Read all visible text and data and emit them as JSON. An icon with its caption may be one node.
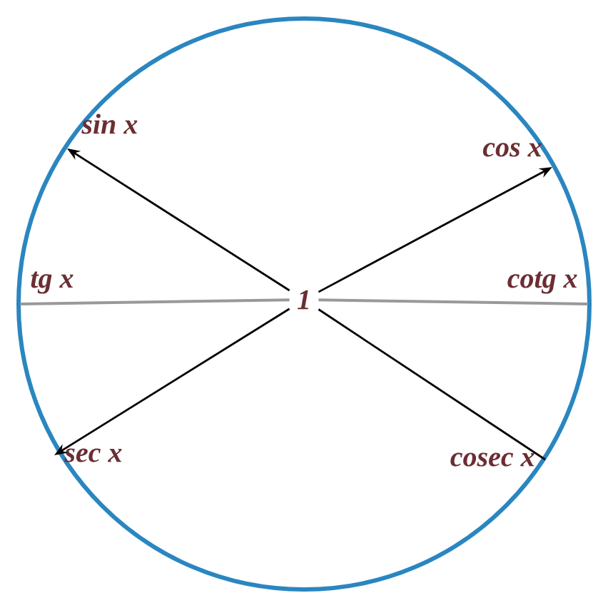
{
  "diagram": {
    "nodes": [
      {
        "text": [],
        "shape": "circle"
      },
      {
        "text": [
          "1"
        ],
        "in": 0
      },
      {
        "text": [
          "sin x"
        ],
        "in": 0
      },
      {
        "text": [
          "cos x"
        ],
        "in": 0
      },
      {
        "text": [
          "tg x"
        ],
        "in": 0
      },
      {
        "text": [
          "cotg x"
        ],
        "in": 0
      },
      {
        "text": [
          "sec x"
        ],
        "in": 0
      },
      {
        "text": [
          "cosec x"
        ],
        "in": 0
      }
    ],
    "edges": [
      {
        "from": 1,
        "to": 2,
        "arrow": "to"
      },
      {
        "from": 1,
        "to": 3,
        "arrow": "to"
      },
      {
        "from": 1,
        "to": 4,
        "arrow": "none",
        "color": "#999999"
      },
      {
        "from": 1,
        "to": 5,
        "arrow": "none",
        "color": "#999999"
      },
      {
        "from": 1,
        "to": 6,
        "arrow": "to"
      },
      {
        "from": 1,
        "to": 7,
        "arrow": "none"
      }
    ]
  }
}
